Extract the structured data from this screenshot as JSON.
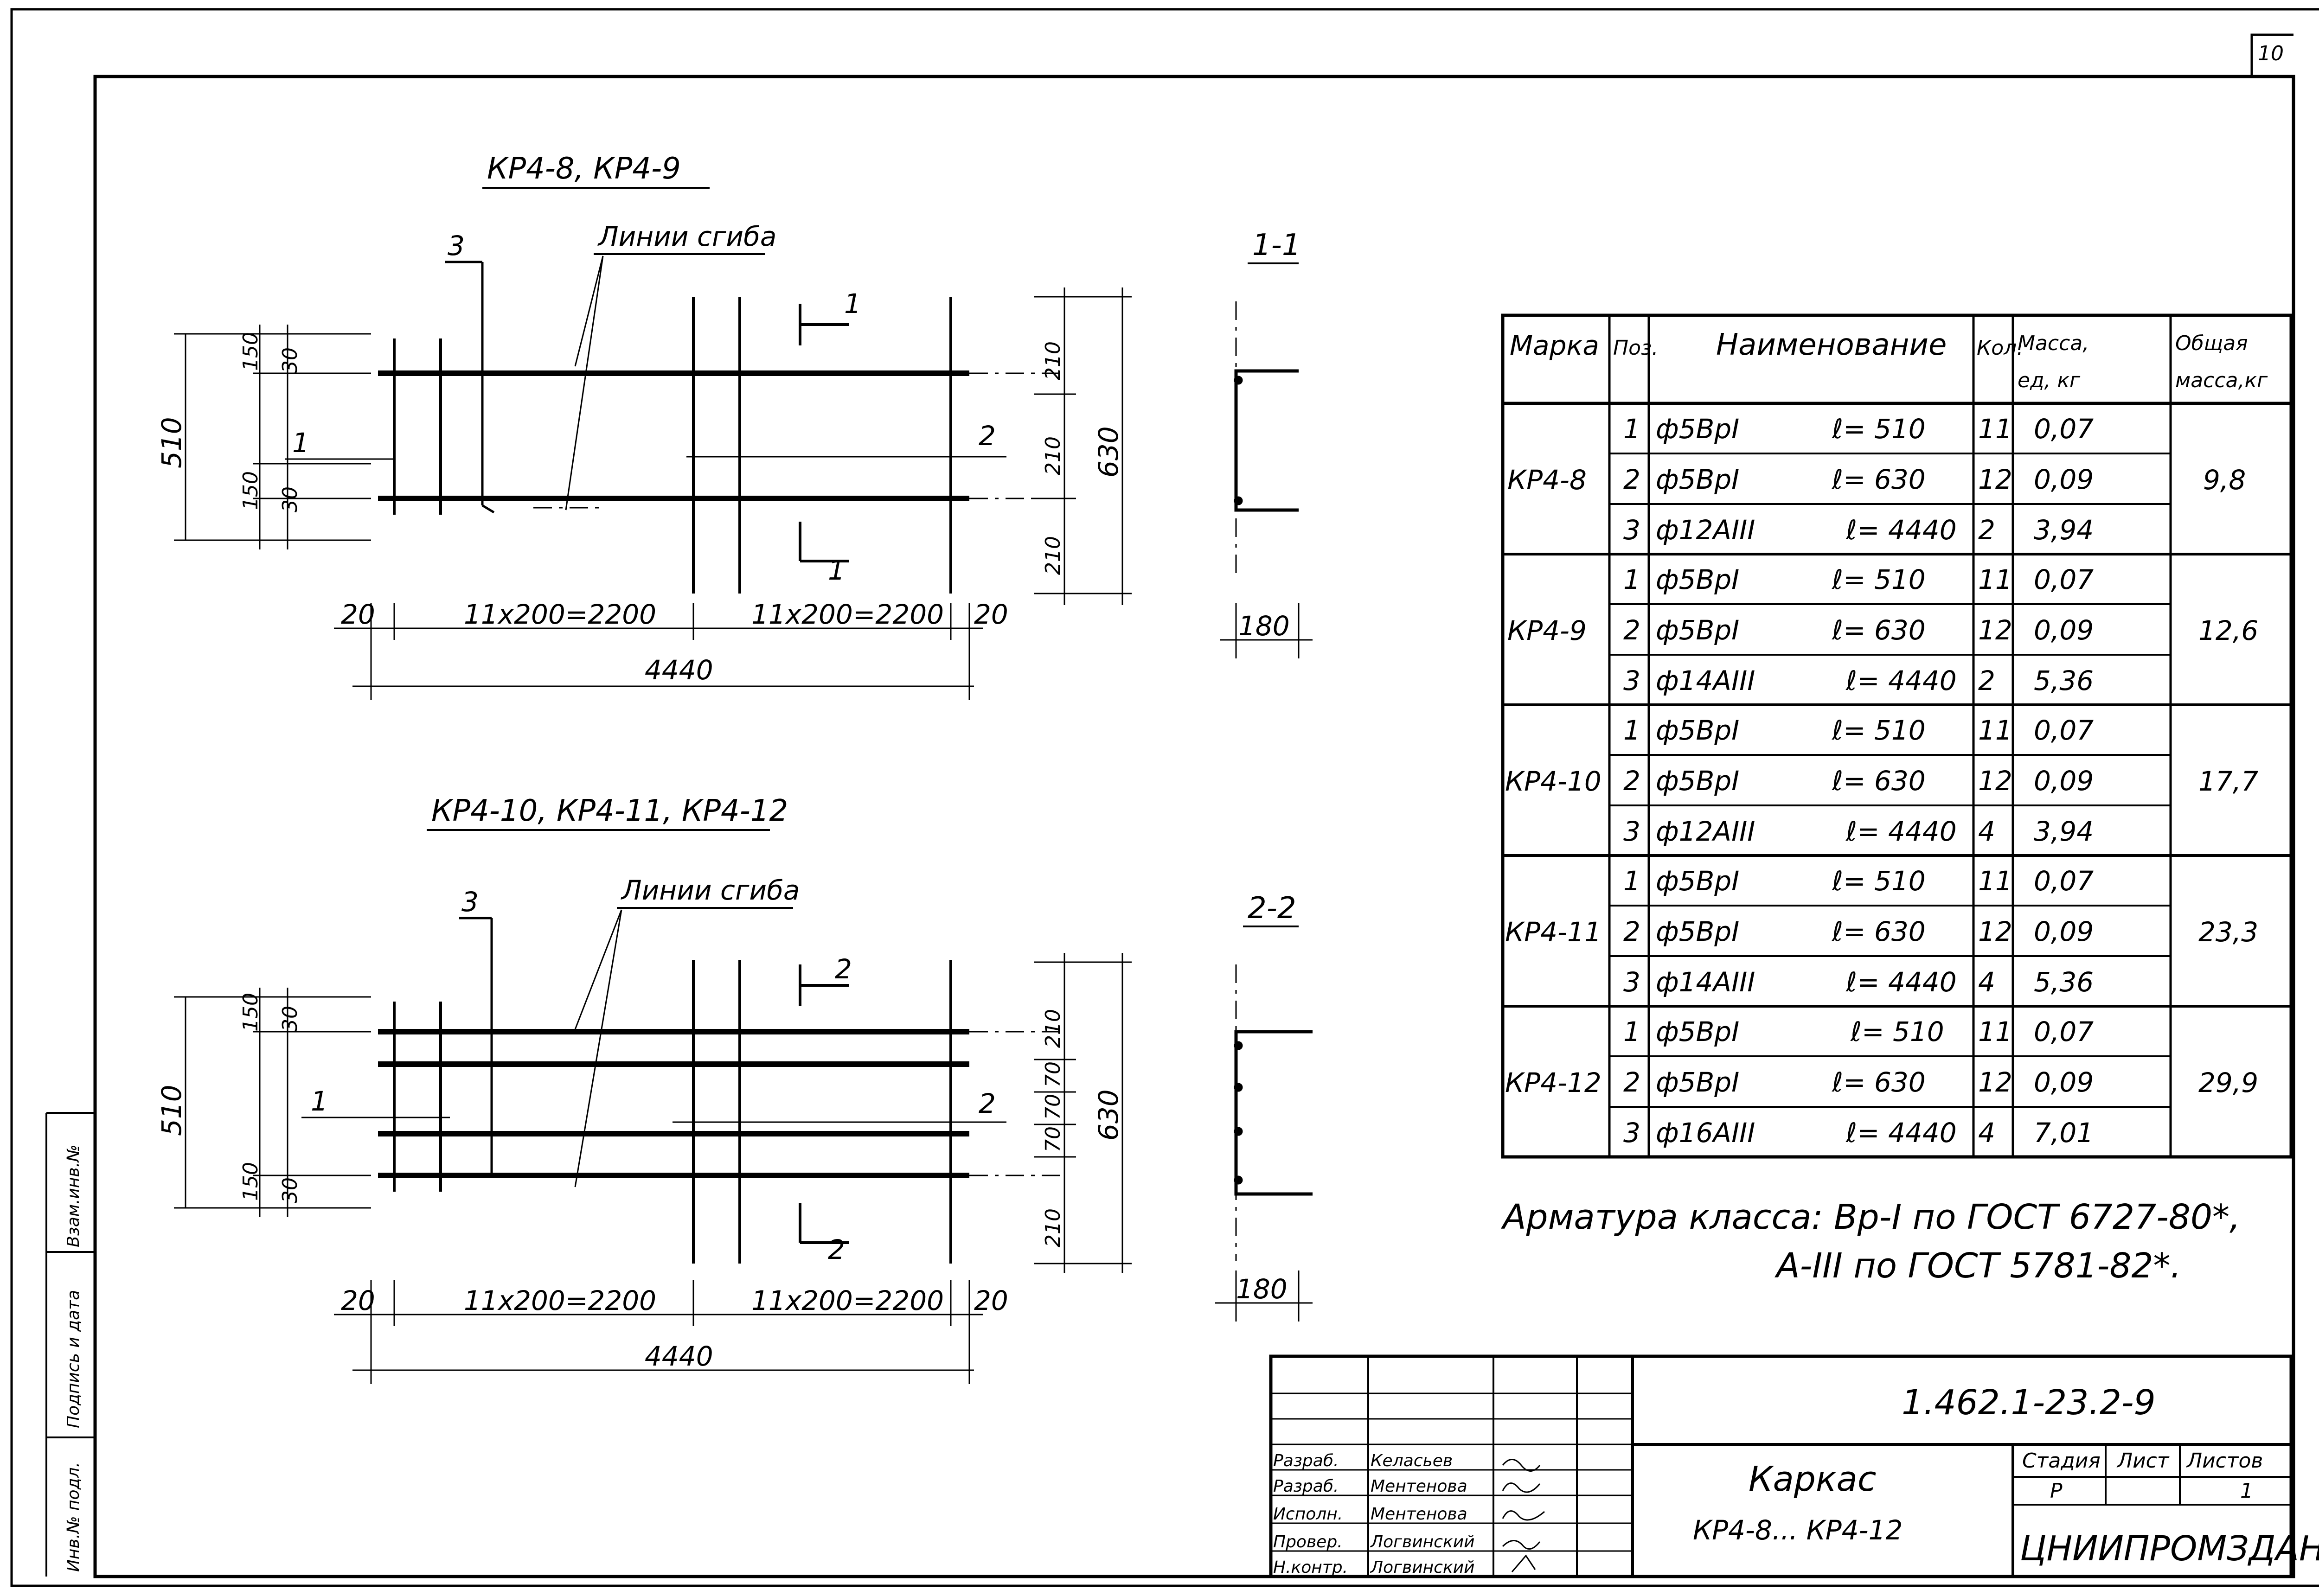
{
  "sheet_number": "10",
  "side_stamp": {
    "inv_no": "Инв.№ подл.",
    "sign_date": "Подпись и дата",
    "inv_replace": "Взам.инв.№"
  },
  "drawing_top": {
    "title": "КР4-8, КР4-9",
    "bend_lines": "Линии сгиба",
    "pos_1": "1",
    "pos_2": "2",
    "pos_3": "3",
    "cut_mark": "1",
    "height_left": "510",
    "dim_150_top": "150",
    "dim_30_top": "30",
    "dim_150_bot": "150",
    "dim_30_bot": "30",
    "height_right": "630",
    "dim_210_a": "210",
    "dim_210_b": "210",
    "dim_210_c": "210",
    "offset_left": "20",
    "offset_right": "20",
    "span_left": "11x200=2200",
    "span_right": "11x200=2200",
    "total_length": "4440",
    "section_title": "1-1",
    "section_width": "180"
  },
  "drawing_bottom": {
    "title": "КР4-10, КР4-11, КР4-12",
    "bend_lines": "Линии сгиба",
    "pos_1": "1",
    "pos_2": "2",
    "pos_3": "3",
    "cut_mark": "2",
    "height_left": "510",
    "dim_150_top": "150",
    "dim_30_top": "30",
    "dim_150_bot": "150",
    "dim_30_bot": "30",
    "height_right": "630",
    "dim_210_a": "210",
    "dim_70_a": "70",
    "dim_70_b": "70",
    "dim_70_c": "70",
    "dim_210_b": "210",
    "offset_left": "20",
    "offset_right": "20",
    "span_left": "11x200=2200",
    "span_right": "11x200=2200",
    "total_length": "4440",
    "section_title": "2-2",
    "section_width": "180"
  },
  "spec_table": {
    "headers": {
      "mark": "Марка",
      "pos": "Поз.",
      "name": "Наименование",
      "qty": "Кол.",
      "unit_mass_1": "Масса,",
      "unit_mass_2": "ед, кг",
      "total_mass_1": "Общая",
      "total_mass_2": "масса,кг"
    },
    "groups": [
      {
        "mark": "КР4-8",
        "total": "9,8",
        "rows": [
          {
            "pos": "1",
            "bar": "ф5ВрI",
            "len": "ℓ= 510",
            "qty": "11",
            "mass": "0,07"
          },
          {
            "pos": "2",
            "bar": "ф5ВрI",
            "len": "ℓ= 630",
            "qty": "12",
            "mass": "0,09"
          },
          {
            "pos": "3",
            "bar": "ф12АIII",
            "len": "ℓ= 4440",
            "qty": "2",
            "mass": "3,94"
          }
        ]
      },
      {
        "mark": "КР4-9",
        "total": "12,6",
        "rows": [
          {
            "pos": "1",
            "bar": "ф5ВрI",
            "len": "ℓ= 510",
            "qty": "11",
            "mass": "0,07"
          },
          {
            "pos": "2",
            "bar": "ф5ВрI",
            "len": "ℓ= 630",
            "qty": "12",
            "mass": "0,09"
          },
          {
            "pos": "3",
            "bar": "ф14АIII",
            "len": "ℓ= 4440",
            "qty": "2",
            "mass": "5,36"
          }
        ]
      },
      {
        "mark": "КР4-10",
        "total": "17,7",
        "rows": [
          {
            "pos": "1",
            "bar": "ф5ВрI",
            "len": "ℓ= 510",
            "qty": "11",
            "mass": "0,07"
          },
          {
            "pos": "2",
            "bar": "ф5ВрI",
            "len": "ℓ= 630",
            "qty": "12",
            "mass": "0,09"
          },
          {
            "pos": "3",
            "bar": "ф12АIII",
            "len": "ℓ= 4440",
            "qty": "4",
            "mass": "3,94"
          }
        ]
      },
      {
        "mark": "КР4-11",
        "total": "23,3",
        "rows": [
          {
            "pos": "1",
            "bar": "ф5ВрI",
            "len": "ℓ= 510",
            "qty": "11",
            "mass": "0,07"
          },
          {
            "pos": "2",
            "bar": "ф5ВрI",
            "len": "ℓ= 630",
            "qty": "12",
            "mass": "0,09"
          },
          {
            "pos": "3",
            "bar": "ф14АIII",
            "len": "ℓ= 4440",
            "qty": "4",
            "mass": "5,36"
          }
        ]
      },
      {
        "mark": "КР4-12",
        "total": "29,9",
        "rows": [
          {
            "pos": "1",
            "bar": "ф5ВрI",
            "len": "ℓ= 510",
            "qty": "11",
            "mass": "0,07"
          },
          {
            "pos": "2",
            "bar": "ф5ВрI",
            "len": "ℓ= 630",
            "qty": "12",
            "mass": "0,09"
          },
          {
            "pos": "3",
            "bar": "ф16АIII",
            "len": "ℓ= 4440",
            "qty": "4",
            "mass": "7,01"
          }
        ]
      }
    ]
  },
  "note": {
    "line1": "Арматура класса: Вр-I  по ГОСТ 6727-80*,",
    "line2": "А-III  по ГОСТ 5781-82*."
  },
  "title_block": {
    "doc_code": "1.462.1-23.2-9",
    "name_line1": "Каркас",
    "name_line2": "КР4-8... КР4-12",
    "stage_label": "Стадия",
    "sheet_label": "Лист",
    "sheets_label": "Листов",
    "stage_value": "Р",
    "sheets_value": "1",
    "organization": "ЦНИИПРОМЗДАНИЙ",
    "signatures": [
      {
        "role": "Разраб.",
        "name": "Келасьев"
      },
      {
        "role": "Разраб.",
        "name": "Ментенова"
      },
      {
        "role": "Исполн.",
        "name": "Ментенова"
      },
      {
        "role": "Провер.",
        "name": "Логвинский"
      },
      {
        "role": "Н.контр.",
        "name": "Логвинский"
      }
    ]
  }
}
